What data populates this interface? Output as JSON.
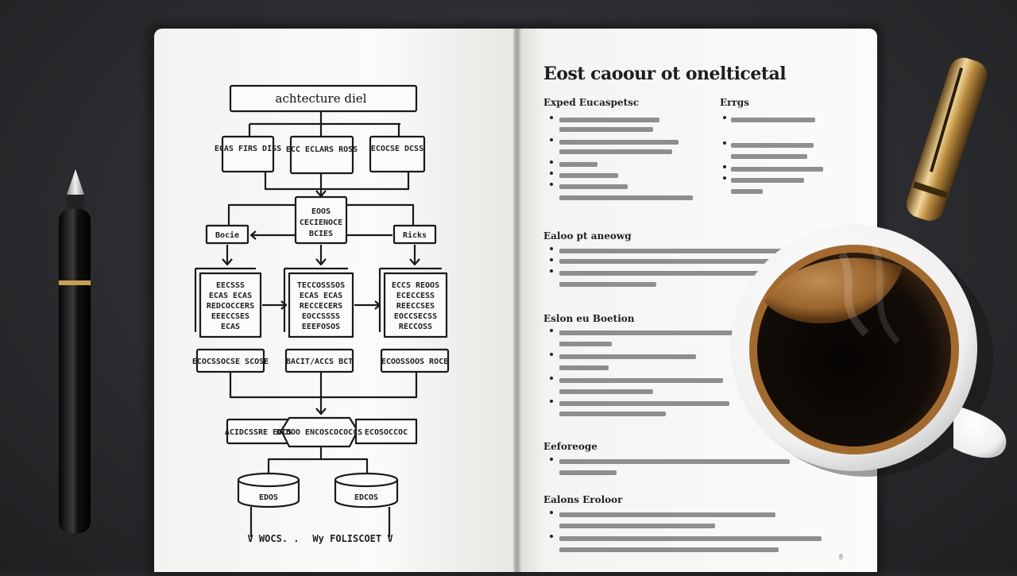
{
  "left_page": {
    "flowchart": {
      "title": "achtecture diel",
      "row1": [
        "ECAS FIRS DISS",
        "ECC ECLARS ROSS",
        "ECOCSE DCSS"
      ],
      "center_node": [
        "EOOS",
        "CECIENOCE",
        "BCIES"
      ],
      "side_left": "Bocie",
      "side_right": "Ricks",
      "docs": [
        [
          "EECSSS",
          "ECAS ECAS",
          "REDCOCCERS",
          "EEECCSES",
          "ECAS"
        ],
        [
          "TECCOSSSOS",
          "ECAS ECAS",
          "RECCECERS",
          "EOCCSSSS",
          "EEEFOSOS"
        ],
        [
          "ECCS REOOS",
          "ECECCESS",
          "REECCSES",
          "EOCCSECSS",
          "RECCOSS"
        ]
      ],
      "row_labels": [
        "ECOCSSOCSE SCOSE",
        "BACIT/ACCS BCT",
        "ECOOSSOOS ROCE"
      ],
      "bottom_row": [
        "ACIDCSSRE EOCS",
        "DIDOO ENCOSCOCOCCS",
        "ECOSOCCOC"
      ],
      "dbs": [
        "EDOS",
        "EDCOS"
      ],
      "footer_left": "V WOCS. .",
      "footer_right": "Wy FOLISCOET V"
    }
  },
  "right_page": {
    "title": "Eost caoour ot onelticetal",
    "sections": [
      {
        "heading": "Exped Eucaspetsc"
      },
      {
        "heading": "Errgs"
      },
      {
        "heading": "Ealoo pt aneowg"
      },
      {
        "heading": "Eslon eu Boetion"
      },
      {
        "heading": "Eeforeoge"
      },
      {
        "heading": "Ealons Eroloor"
      }
    ],
    "page_number": "8"
  },
  "colors": {
    "table": "#2b2c2f",
    "page": "#f7f7f5",
    "ink": "#1d1d1d",
    "gold": "#b98a3e",
    "coffee": "#120c08",
    "crema": "#a26a2f"
  }
}
